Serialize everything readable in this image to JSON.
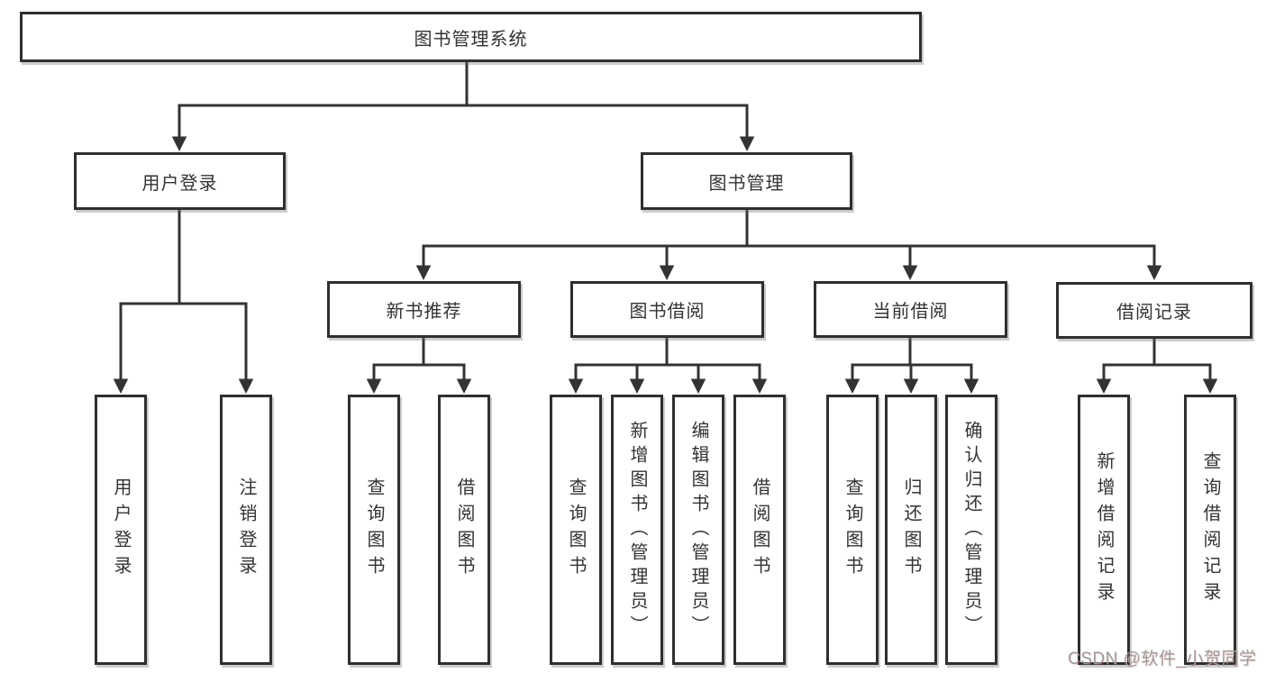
{
  "tree": {
    "root": {
      "label": "图书管理系统",
      "children": [
        {
          "label": "用户登录",
          "children": [
            {
              "label": "用户登录"
            },
            {
              "label": "注销登录"
            }
          ]
        },
        {
          "label": "图书管理",
          "children": [
            {
              "label": "新书推荐",
              "children": [
                {
                  "label": "查询图书"
                },
                {
                  "label": "借阅图书"
                }
              ]
            },
            {
              "label": "图书借阅",
              "children": [
                {
                  "label": "查询图书"
                },
                {
                  "label": "新增图书（管理员）"
                },
                {
                  "label": "编辑图书（管理员）"
                },
                {
                  "label": "借阅图书"
                }
              ]
            },
            {
              "label": "当前借阅",
              "children": [
                {
                  "label": "查询图书"
                },
                {
                  "label": "归还图书"
                },
                {
                  "label": "确认归还（管理员）"
                }
              ]
            },
            {
              "label": "借阅记录",
              "children": [
                {
                  "label": "新增借阅记录"
                },
                {
                  "label": "查询借阅记录"
                }
              ]
            }
          ]
        }
      ]
    }
  },
  "watermark": "CSDN @软件_小贺同学",
  "colors": {
    "line": "#333333",
    "border": "#2f2f2f",
    "text": "#333333",
    "watermark": "#9b9b9b",
    "background": "#ffffff"
  }
}
